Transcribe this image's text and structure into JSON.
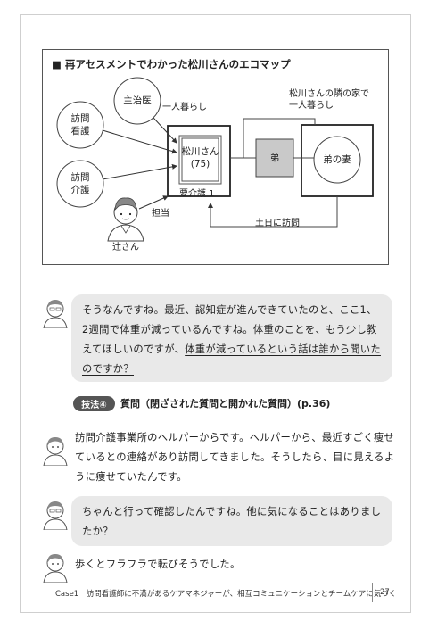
{
  "ecomap": {
    "title": "■ 再アセスメントでわかった松川さんのエコマップ",
    "nodes": {
      "doctor": "主治医",
      "nursing_line1": "訪問",
      "nursing_line2": "看護",
      "care_line1": "訪問",
      "care_line2": "介護",
      "matsukawa_line1": "松川さん",
      "matsukawa_line2": "(75)",
      "brother": "弟",
      "brother_wife": "弟の妻",
      "tsuji": "辻さん"
    },
    "labels": {
      "lives_alone": "一人暮らし",
      "neighbor_line1": "松川さんの隣の家で",
      "neighbor_line2": "一人暮らし",
      "care_level": "要介護 1",
      "in_charge": "担当",
      "weekend_visit": "土日に訪問"
    }
  },
  "dialogue": {
    "q1_line1": "そうなんですね。最近、認知症が進んできていたのと、ここ1、",
    "q1_line2": "2週間で体重が減っているんですね。体重のことを、もう少し教",
    "q1_line3a": "えてほしいのですが、",
    "q1_line3b": "体重が減っているという話は誰から聞いた",
    "q1_line4": "のですか？",
    "technique_badge": "技法④",
    "technique_title": "質問（閉ざされた質問と開かれた質問）(p.36)",
    "a1_line1": "訪問介護事業所のヘルパーからです。ヘルパーから、最近すごく痩せ",
    "a1_line2": "ているとの連絡があり訪問してきました。そうしたら、目に見えるよ",
    "a1_line3": "うに痩せていたんです。",
    "q2_line1": "ちゃんと行って確認したんですね。他に気になることはありまし",
    "q2_line2": "たか？",
    "a2_line1": "歩くとフラフラで転びそうでした。"
  },
  "footer": {
    "case_text": "Case1　訪問看護師に不満があるケアマネジャーが、相互コミュニケーションとチームケアに気づく",
    "page_number": "27"
  }
}
